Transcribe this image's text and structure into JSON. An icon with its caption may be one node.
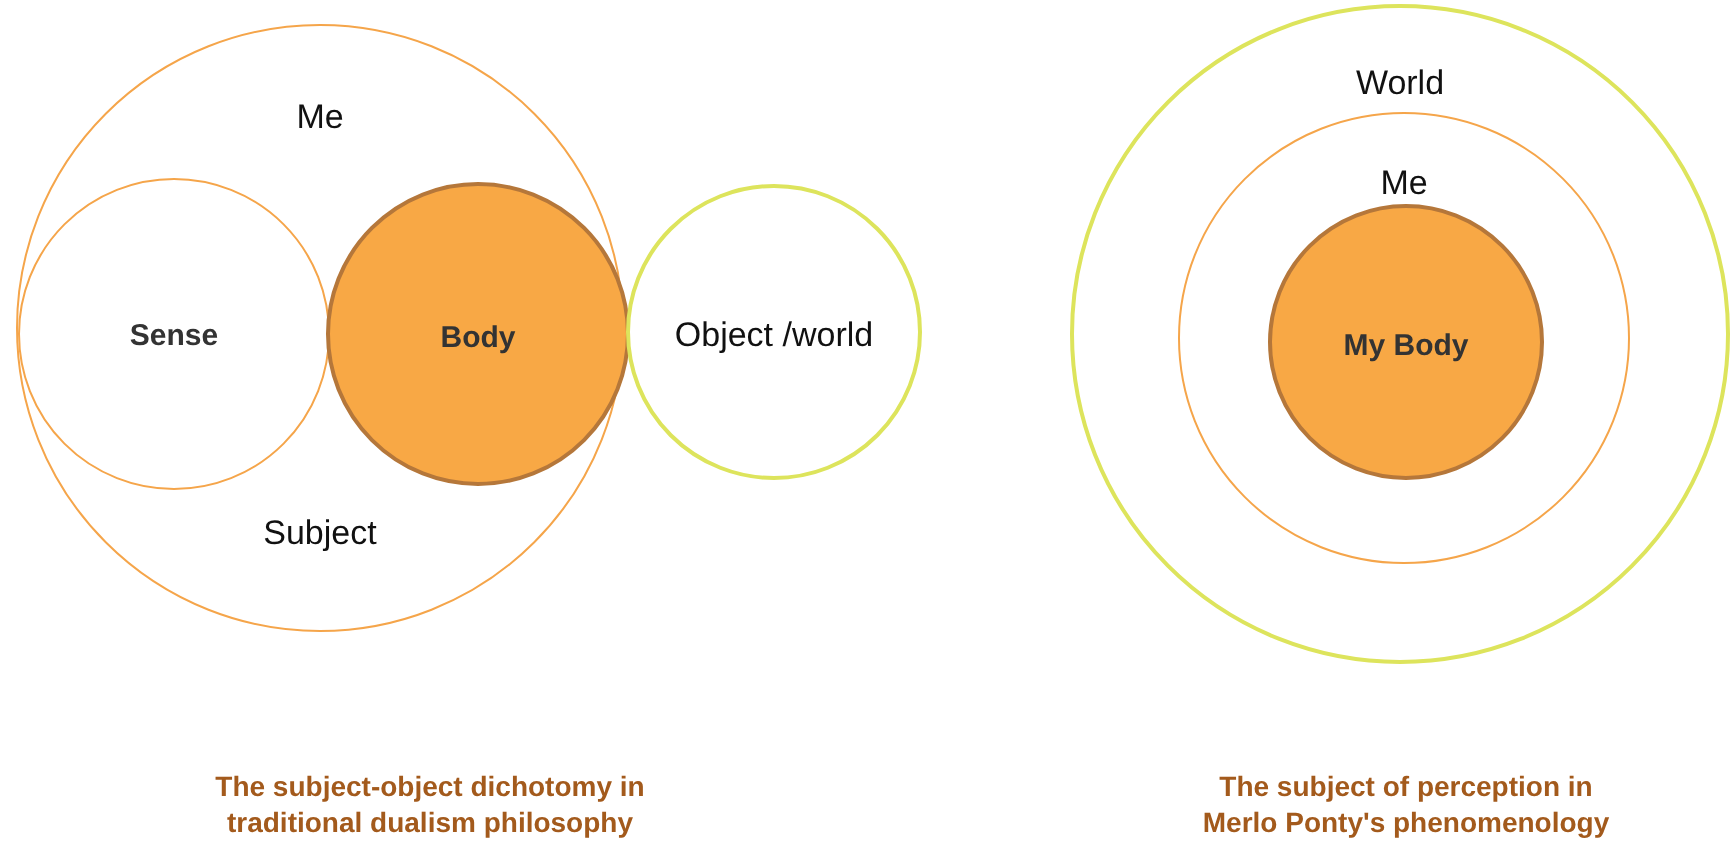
{
  "diagram": {
    "nodes": [
      {
        "text": [
          "Me",
          "Subject"
        ]
      },
      {
        "text": [
          "Sense"
        ],
        "in": 0
      },
      {
        "text": [
          "Body"
        ],
        "in": 0
      },
      {
        "text": [
          "Object /world"
        ]
      },
      {
        "text": [
          "World"
        ]
      },
      {
        "text": [
          "Me"
        ],
        "in": 4
      },
      {
        "text": [
          "My Body"
        ],
        "in": 5
      }
    ],
    "labels": [
      "The subject-object dichotomy in traditional dualism philosophy",
      "The subject of perception in Merlo Ponty's phenomenology"
    ]
  }
}
